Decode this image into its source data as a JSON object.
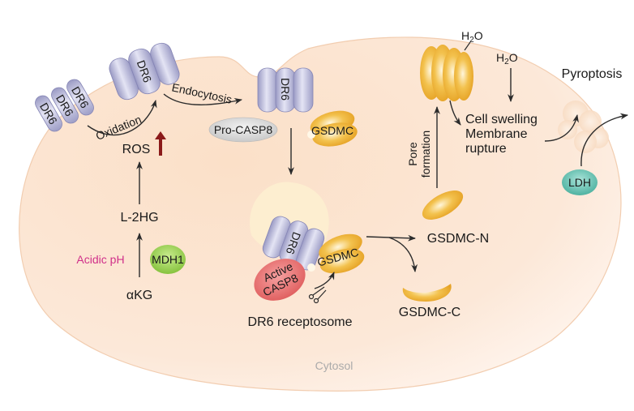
{
  "diagram": {
    "type": "signaling-pathway",
    "compartment_label": "Cytosol",
    "colors": {
      "cytosol_fill": "#fbe3cf",
      "receptor": "#b9b9d9",
      "gsdmc": "#f0b53a",
      "pro_casp8": "#d9d9d9",
      "active_casp8": "#ea6f6f",
      "mdh1": "#9ed35b",
      "ldh": "#6cc6b6",
      "acidic_ph_text": "#d0308a",
      "ros_up_arrow": "#8b1a1a",
      "cytosol_text": "#aaaaaa"
    },
    "nodes": {
      "dr6_monomer_1": "DR6",
      "dr6_monomer_2": "DR6",
      "dr6_monomer_3": "DR6",
      "dr6_trimer_membrane": "DR6",
      "dr6_trimer_endocytosed": "DR6",
      "dr6_receptosome_label": "DR6",
      "pro_casp8": "Pro-CASP8",
      "gsdmc": "GSDMC",
      "gsdmc_receptosome": "GSDMC",
      "active_casp8_line1": "Active",
      "active_casp8_line2": "CASP8",
      "receptosome_caption": "DR6 receptosome",
      "gsdmc_n": "GSDMC-N",
      "gsdmc_c": "GSDMC-C",
      "ros": "ROS",
      "l2hg": "L-2HG",
      "akg": "αKG",
      "acidic_ph": "Acidic pH",
      "mdh1": "MDH1",
      "ldh": "LDH",
      "h2o_pore": "H",
      "h2o_influx": "H",
      "h2o_sub": "2",
      "h2o_o": "O",
      "cell_swelling": "Cell swelling",
      "membrane_rupture_1": "Membrane",
      "membrane_rupture_2": "rupture",
      "pyroptosis": "Pyroptosis"
    },
    "edges": {
      "oxidation": "Oxidation",
      "endocytosis": "Endocytosis",
      "pore_formation_1": "Pore",
      "pore_formation_2": "formation"
    }
  }
}
